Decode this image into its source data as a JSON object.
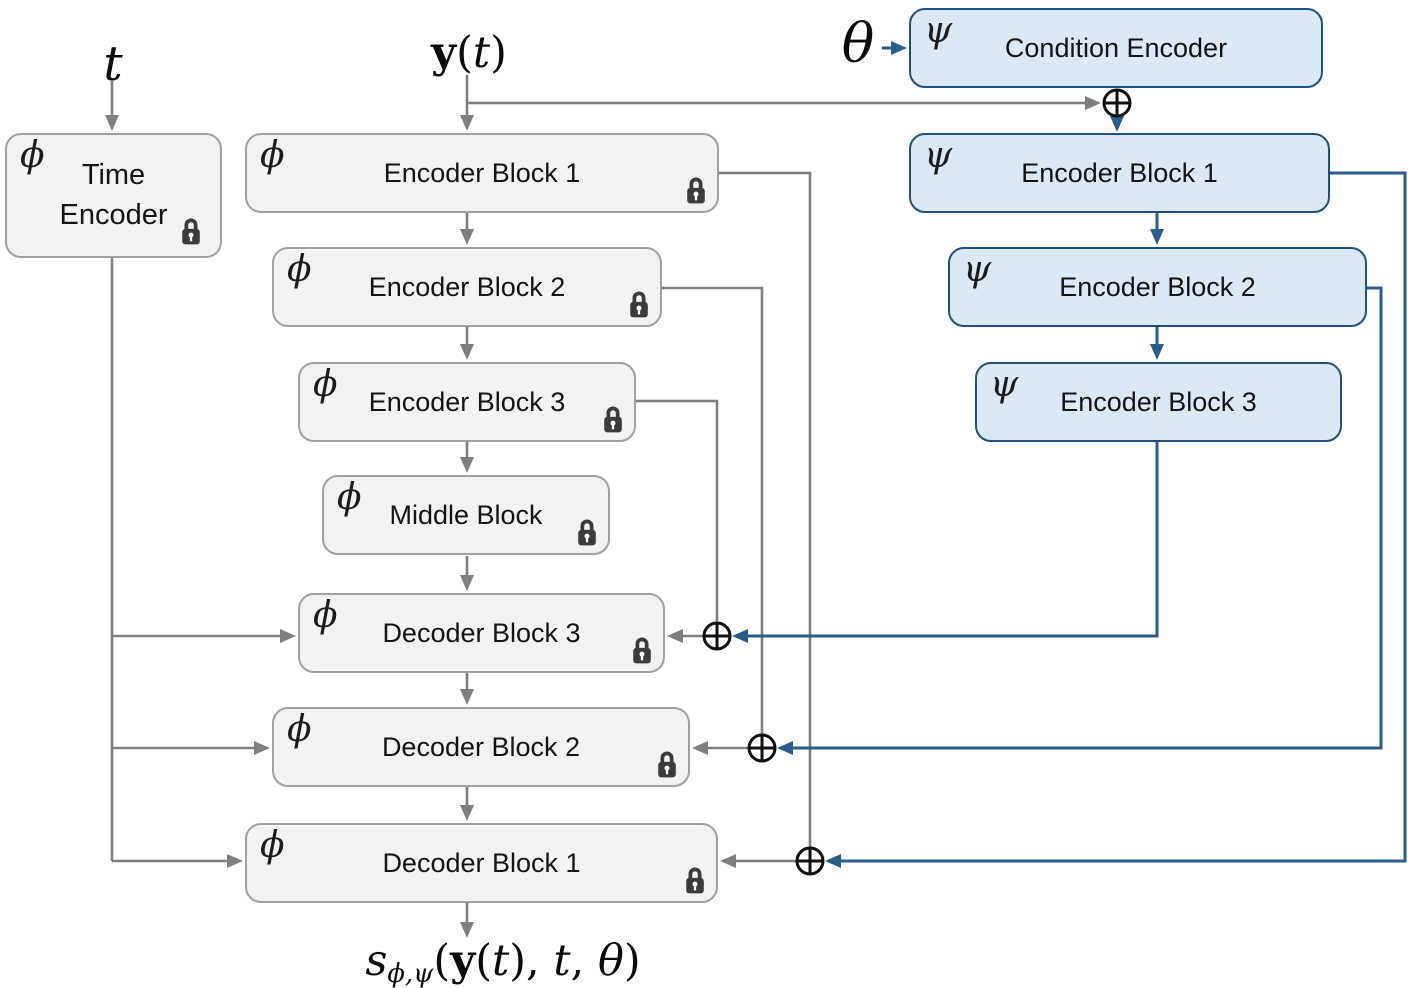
{
  "diagram_type": "neural-network-architecture",
  "colors": {
    "phi_block_fill": "#f2f2f2",
    "phi_block_border": "#a0a0a0",
    "psi_block_fill": "#dce8f4",
    "psi_block_border": "#20507c",
    "gray_line": "#7f7f7f",
    "blue_line": "#2a5d8c",
    "lock_icon": "#3b3b3b",
    "sum_node": "#111111"
  },
  "inputs": {
    "time_label": "t",
    "data_label_parts": [
      "y",
      "(",
      "t",
      ")"
    ],
    "condition_label": "θ"
  },
  "output_formula": {
    "parts": [
      "s",
      "ϕ,ψ",
      "(",
      "y",
      "(",
      "t",
      "), ",
      "t",
      ", ",
      "θ",
      ")"
    ]
  },
  "phi_blocks": [
    {
      "symbol": "ϕ",
      "label": "Time Encoder",
      "locked": true
    },
    {
      "symbol": "ϕ",
      "label": "Encoder Block 1",
      "locked": true
    },
    {
      "symbol": "ϕ",
      "label": "Encoder Block 2",
      "locked": true
    },
    {
      "symbol": "ϕ",
      "label": "Encoder Block 3",
      "locked": true
    },
    {
      "symbol": "ϕ",
      "label": "Middle Block",
      "locked": true
    },
    {
      "symbol": "ϕ",
      "label": "Decoder Block 3",
      "locked": true
    },
    {
      "symbol": "ϕ",
      "label": "Decoder Block 2",
      "locked": true
    },
    {
      "symbol": "ϕ",
      "label": "Decoder Block 1",
      "locked": true
    }
  ],
  "psi_blocks": [
    {
      "symbol": "ψ",
      "label": "Condition Encoder"
    },
    {
      "symbol": "ψ",
      "label": "Encoder Block 1"
    },
    {
      "symbol": "ψ",
      "label": "Encoder Block 2"
    },
    {
      "symbol": "ψ",
      "label": "Encoder Block 3"
    }
  ],
  "icons": {
    "lock": "padlock (frozen weights)",
    "sum": "⊕"
  }
}
